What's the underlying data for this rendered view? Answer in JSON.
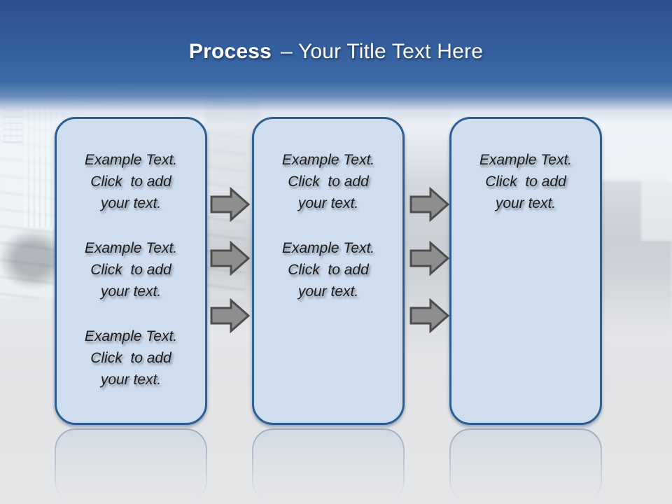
{
  "slide": {
    "title": {
      "keyword": "Process",
      "rest": "– Your Title Text Here"
    },
    "process": {
      "boxes": [
        {
          "name": "step-1",
          "paragraphs": [
            "Example Text.\nClick  to add\nyour text.",
            "Example Text.\nClick  to add\nyour text.",
            "Example Text.\nClick  to add\nyour text."
          ]
        },
        {
          "name": "step-2",
          "paragraphs": [
            "Example Text.\nClick  to add\nyour text.",
            "Example Text.\nClick  to add\nyour text."
          ]
        },
        {
          "name": "step-3",
          "paragraphs": [
            "Example Text.\nClick  to add\nyour text."
          ]
        }
      ],
      "arrows_between_steps": 3
    },
    "colors": {
      "header_blue_top": "#2B4F8D",
      "header_blue_bottom": "#3A6AA6",
      "box_fill": "#CFDEEF",
      "box_border": "#2E5E94",
      "arrow_fill": "#8E8E8E",
      "arrow_border": "#4D4D4D",
      "title_text": "#FFFFFF",
      "body_text": "#1C1C1C"
    }
  }
}
